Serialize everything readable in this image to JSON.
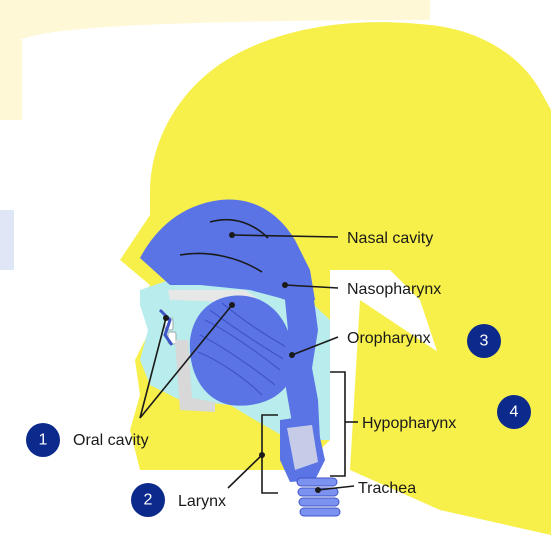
{
  "labels": {
    "nasal_cavity": "Nasal cavity",
    "nasopharynx": "Nasopharynx",
    "oropharynx": "Oropharynx",
    "hypopharynx": "Hypopharynx",
    "trachea": "Trachea",
    "oral_cavity": "Oral cavity",
    "larynx": "Larynx"
  },
  "badges": {
    "oral_cavity": "1",
    "larynx": "2",
    "oropharynx": "3",
    "hypopharynx": "4"
  },
  "colors": {
    "head": "#f7f04a",
    "background_tint": "#fff8d6",
    "frame_accent": "#dfe7f7",
    "airway": "#5a74e6",
    "airway_dark": "#3f54c8",
    "soft_tissue": "#b9ecec",
    "badge": "#0b2a8c"
  }
}
